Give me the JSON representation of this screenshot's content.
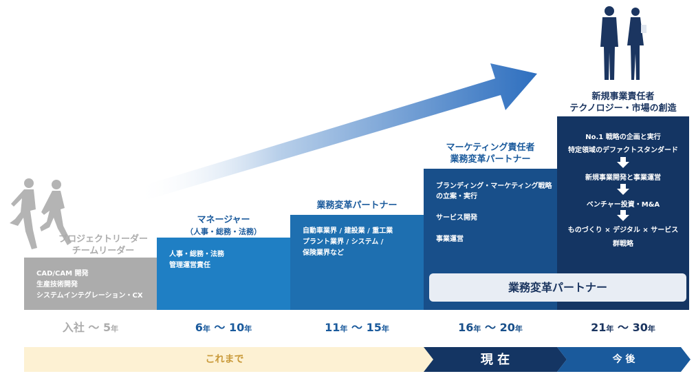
{
  "steps": [
    {
      "heading": [
        "プロジェクトリーダー",
        "チームリーダー"
      ],
      "items": [
        "CAD/CAM 開発",
        "生産技術開発",
        "システムインテグレーション・CX"
      ],
      "years": {
        "from": "入社",
        "sep": "〜",
        "to": "5",
        "unit": "年"
      }
    },
    {
      "heading": [
        "マネージャー",
        "（人事・総務・法務）"
      ],
      "items": [
        "人事・総務・法務",
        "管理運営責任"
      ],
      "years": {
        "from": "6",
        "from_unit": "年",
        "sep": "〜",
        "to": "10",
        "unit": "年"
      }
    },
    {
      "heading": [
        "業務変革パートナー"
      ],
      "items": [
        "自動車業界 / 建設業 / 重工業",
        "プラント業界 / システム /",
        "保険業界など"
      ],
      "years": {
        "from": "11",
        "from_unit": "年",
        "sep": "〜",
        "to": "15",
        "unit": "年"
      }
    },
    {
      "heading": [
        "マーケティング責任者",
        "業務変革パートナー"
      ],
      "items": [
        "ブランディング・マーケティング戦略",
        "の立案・実行",
        "サービス開発",
        "事業運営"
      ],
      "badge": "業務変革パートナー",
      "years": {
        "from": "16",
        "from_unit": "年",
        "sep": "〜",
        "to": "20",
        "unit": "年"
      }
    },
    {
      "heading": [
        "新規事業責任者",
        "テクノロジー・市場の創造"
      ],
      "items": [
        "No.1 戦略の企画と実行",
        "特定領域のデファクトスタンダード",
        "新規事業開発と事業運営",
        "ベンチャー投資・M&A",
        "ものづくり × デジタル × サービス",
        "群戦略"
      ],
      "years": {
        "from": "21",
        "from_unit": "年",
        "sep": "〜",
        "to": "30",
        "unit": "年"
      }
    }
  ],
  "phases": {
    "past": "これまで",
    "present": "現 在",
    "future": "今 後"
  },
  "colors": {
    "step1": "#acacac",
    "step2": "#1f7fc4",
    "step3": "#1e6fb0",
    "step4": "#184f8a",
    "step5": "#143563",
    "heading": "#1a5a9c",
    "past_bar": "#fdf1d3",
    "past_text": "#c99a3a",
    "present_bar": "#143563",
    "future_bar": "#1a5a9c"
  },
  "icons": {
    "past_figures": "running-people-icon",
    "future_figures": "business-people-icon",
    "growth": "growth-arrow-icon"
  }
}
